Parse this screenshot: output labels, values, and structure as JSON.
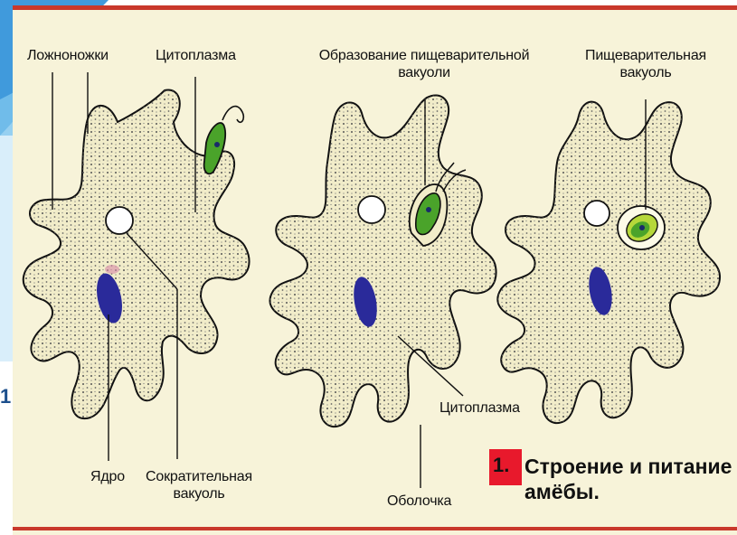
{
  "slide_number": "1",
  "labels": {
    "pseudopodia": "Ложноножки",
    "cytoplasm_top": "Цитоплазма",
    "vacuole_formation": "Образование пищеварительной\nвакуоли",
    "digestive_vacuole": "Пищеварительная\nвакуоль",
    "nucleus": "Ядро",
    "contractile_vacuole": "Сократительная\nвакуоль",
    "membrane": "Оболочка",
    "cytoplasm_mid": "Цитоплазма"
  },
  "caption": {
    "number": "1.",
    "text": "Строение и питание\nамёбы."
  },
  "colors": {
    "cell_fill": "#f1ecc9",
    "nucleus": "#2a2a9a",
    "euglena": "#4aa32a",
    "accent_red": "#e8192c",
    "rule": "#c9382b",
    "background_blue": "#1e88d6"
  }
}
